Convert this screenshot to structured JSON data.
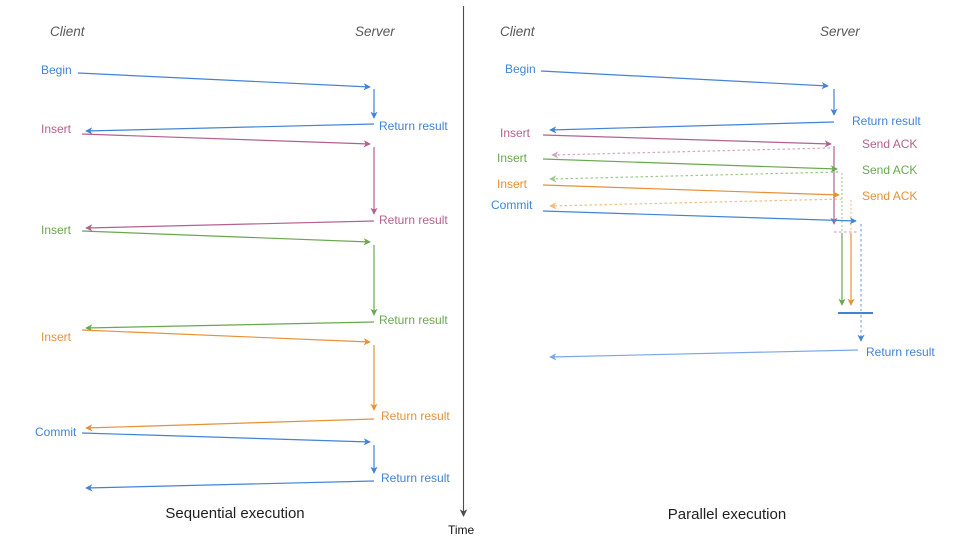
{
  "left_panel": {
    "client_header": "Client",
    "server_header": "Server",
    "caption": "Sequential execution",
    "requests": [
      "Begin",
      "Insert",
      "Insert",
      "Insert",
      "Commit"
    ],
    "responses": [
      "Return result",
      "Return result",
      "Return result",
      "Return result",
      "Return result"
    ]
  },
  "right_panel": {
    "client_header": "Client",
    "server_header": "Server",
    "caption": "Parallel execution",
    "requests": [
      "Begin",
      "Insert",
      "Insert",
      "Insert",
      "Commit"
    ],
    "first_response": "Return result",
    "acks": [
      "Send ACK",
      "Send ACK",
      "Send ACK"
    ],
    "final_response": "Return result"
  },
  "time_axis": {
    "label": "Time"
  },
  "colors": {
    "blue": "#4183d7",
    "light_blue": "#7ba7ea",
    "pink": "#b5608f",
    "light_pink": "#d4a6c6",
    "green": "#6aa84f",
    "light_green": "#9dc78c",
    "orange": "#e69138",
    "light_orange": "#f1bd82",
    "axis_gray": "#4d4d4d"
  }
}
